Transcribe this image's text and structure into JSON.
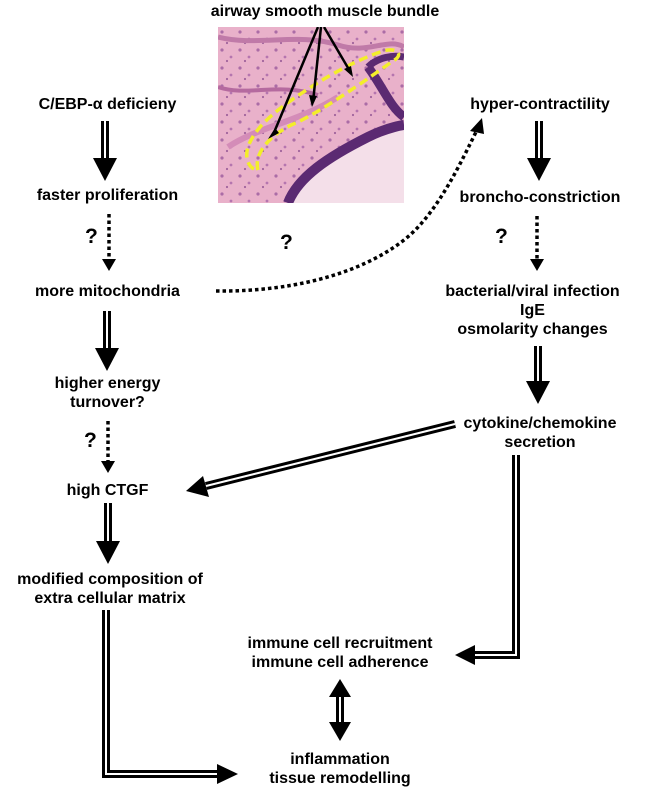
{
  "figure": {
    "image_label": "airway smooth muscle bundle",
    "colors": {
      "ink": "#000000",
      "outline": "#f3ee2a",
      "stain_pink": "#e7a9c6",
      "stain_purple": "#7a3e86"
    },
    "left_chain": {
      "node1": "C/EBP-α deficieny",
      "node2": "faster proliferation",
      "node3": "more mitochondria",
      "node4": [
        "higher energy",
        "turnover?"
      ],
      "node5": "high CTGF",
      "node6": [
        "modified composition of",
        "extra cellular matrix"
      ]
    },
    "right_chain": {
      "node1": "hyper-contractility",
      "node2": "broncho-constriction",
      "node3": [
        "bacterial/viral infection",
        "IgE",
        "osmolarity changes"
      ],
      "node4": [
        "cytokine/chemokine",
        "secretion"
      ]
    },
    "bottom": {
      "node1": [
        "immune cell recruitment",
        "immune cell adherence"
      ],
      "node2": [
        "inflammation",
        "tissue remodelling"
      ]
    },
    "question_mark": "?"
  }
}
